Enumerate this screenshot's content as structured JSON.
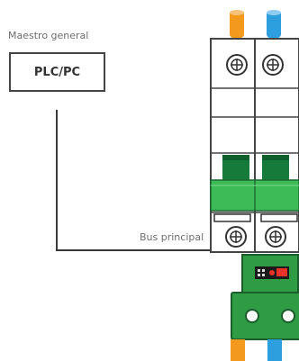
{
  "diagram": {
    "master_label": "Maestro general",
    "controller_label": "PLC/PC",
    "bus_label": "Bus principal"
  },
  "colors": {
    "wire_orange": "#f39a1e",
    "wire_blue": "#2d9fde",
    "breaker_handle": "#157a3a",
    "clip_green": "#3dbb57",
    "module_green": "#2f9b45",
    "indicator_red": "#e8322a",
    "line_dark": "#3a3a3a"
  },
  "icons": [
    "screw-terminal-icon",
    "connector-port-icon",
    "mounting-hole-icon"
  ]
}
